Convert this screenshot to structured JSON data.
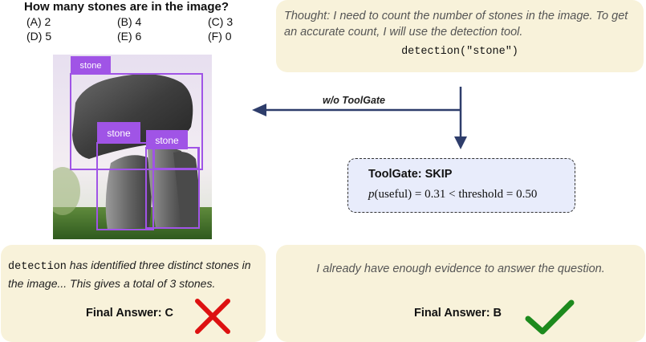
{
  "question": {
    "text": "How many stones are in the image?",
    "options": [
      "(A) 2",
      "(B) 4",
      "(C) 3",
      "(D) 5",
      "(E) 6",
      "(F) 0"
    ]
  },
  "image": {
    "box_label_1": "stone",
    "box_label_2": "stone",
    "box_label_3": "stone"
  },
  "thought": {
    "text": "Thought: I need to count the number of stones in the image. To get an accurate count, I will use the detection tool.",
    "code": "detection(\"stone\")"
  },
  "arrow_label": "w/o ToolGate",
  "toolgate": {
    "title": "ToolGate: SKIP",
    "formula_p": "p",
    "formula_rest": "(useful) = 0.31 < threshold = 0.50"
  },
  "left_result": {
    "code": "detection",
    "text": " has identified three distinct stones in the image... This gives a total of 3 stones.",
    "final": "Final Answer: C"
  },
  "right_result": {
    "text": "I already have enough evidence to answer the question.",
    "final": "Final Answer: B"
  },
  "colors": {
    "panel": "#f8f2da",
    "toolgate_bg": "#e8ecfb",
    "arrow": "#2e3d6b",
    "box": "#a054e6",
    "wrong": "#dd1111",
    "right": "#1d8a1d"
  }
}
